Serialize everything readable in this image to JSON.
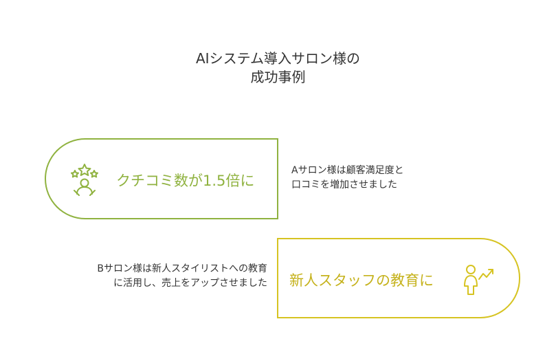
{
  "title": {
    "line1": "AIシステム導入サロン様の",
    "line2": "成功事例"
  },
  "cases": [
    {
      "label": "クチコミ数が1.5倍に",
      "icon": "award-person-icon",
      "description": [
        "Aサロン様は顧客満足度と",
        "口コミを増加させました"
      ],
      "color": "#8fb23f"
    },
    {
      "label": "新人スタッフの教育に",
      "icon": "person-growth-icon",
      "description": [
        "Bサロン様は新人スタイリストへの教育",
        "に活用し、売上をアップさせました"
      ],
      "color": "#d6c321"
    }
  ]
}
